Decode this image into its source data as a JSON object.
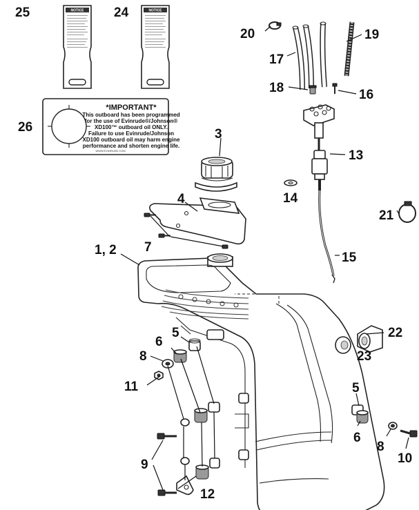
{
  "callouts": {
    "c1_2": "1, 2",
    "c3": "3",
    "c4": "4",
    "c5a": "5",
    "c5b": "5",
    "c6a": "6",
    "c6b": "6",
    "c7": "7",
    "c8a": "8",
    "c8b": "8",
    "c9": "9",
    "c10": "10",
    "c11": "11",
    "c12": "12",
    "c13": "13",
    "c14": "14",
    "c15": "15",
    "c16": "16",
    "c17": "17",
    "c18": "18",
    "c19": "19",
    "c20": "20",
    "c21": "21",
    "c22": "22",
    "c23": "23",
    "c24": "24",
    "c25": "25",
    "c26": "26"
  },
  "tags": {
    "header": "NOTICE"
  },
  "important_label": {
    "title": "*IMPORTANT*",
    "lines": [
      "This outboard has been programmed",
      "for the use of Evinrude®/Johnson®",
      "XD100™ outboard oil ONLY.",
      "Failure to use Evinrude/Johnson",
      "XD100 outboard oil may harm engine",
      "performance and shorten engine life."
    ],
    "url": "WWW.EVINRUDE.COM"
  }
}
